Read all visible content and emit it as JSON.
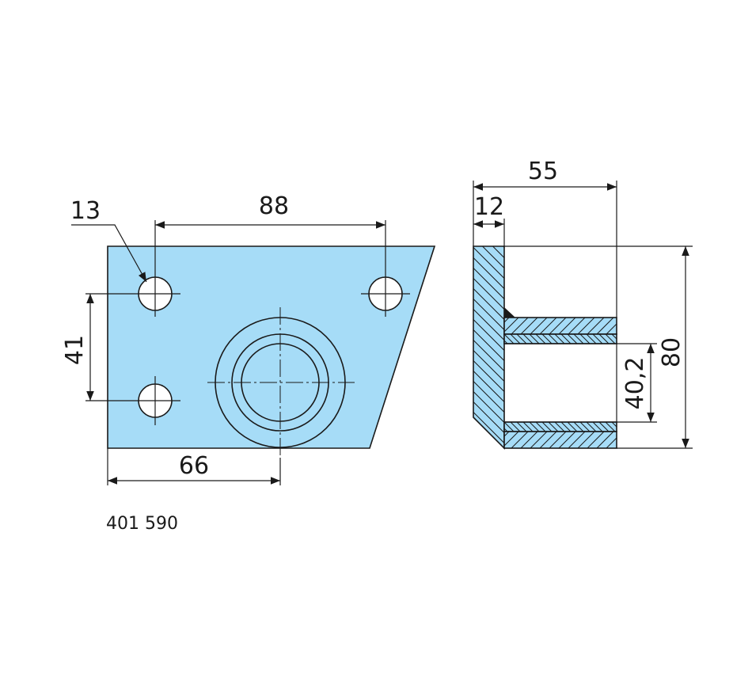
{
  "colors": {
    "fill": "#a6dcf7",
    "line": "#1a1a1a"
  },
  "front_view": {
    "dim_hole_diameter": "13",
    "dim_hole_spacing_horizontal": "88",
    "dim_hole_spacing_vertical": "41",
    "dim_bore_offset": "66"
  },
  "side_view": {
    "dim_total_depth": "55",
    "dim_plate_thickness": "12",
    "dim_height": "80",
    "dim_bore_diameter": "40,2"
  },
  "part_number": "401 590"
}
